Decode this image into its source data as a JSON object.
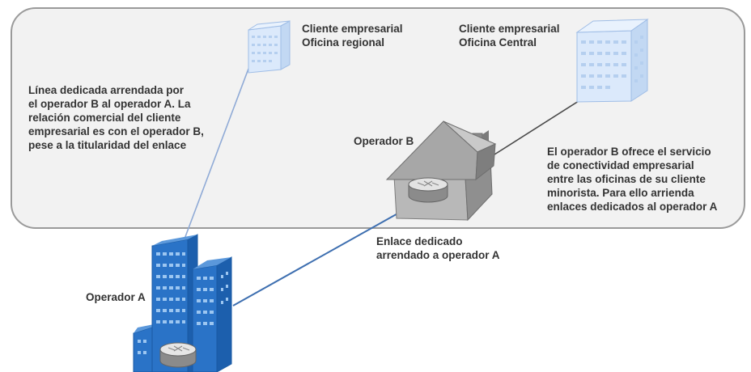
{
  "nodes": {
    "regional_office": {
      "line1": "Cliente empresarial",
      "line2": "Oficina regional"
    },
    "central_office": {
      "line1": "Cliente empresarial",
      "line2": "Oficina Central"
    },
    "operator_b": {
      "label": "Operador B"
    },
    "operator_a": {
      "label": "Operador A"
    }
  },
  "notes": {
    "leased_line": [
      "Línea dedicada arrendada por",
      "el operador B al operador A. La",
      "relación comercial del cliente",
      "empresarial es con el operador B,",
      "pese a la titularidad del enlace"
    ],
    "operator_b_service": [
      "El operador B ofrece el servicio",
      "de conectividad empresarial",
      "entre las oficinas de su cliente",
      "minorista. Para ello arrienda",
      "enlaces dedicados al operador A"
    ],
    "dedicated_link": [
      "Enlace dedicado",
      "arrendado a operador A"
    ]
  },
  "colors": {
    "panel_fill": "#f2f2f2",
    "panel_stroke": "#9a9a9a",
    "link_line": "#8faad6",
    "link_line_b": "#4a4a4a",
    "building_blue": "#1f6fc6",
    "building_light": "#dbe9fb",
    "house_gray": "#9e9e9e"
  }
}
